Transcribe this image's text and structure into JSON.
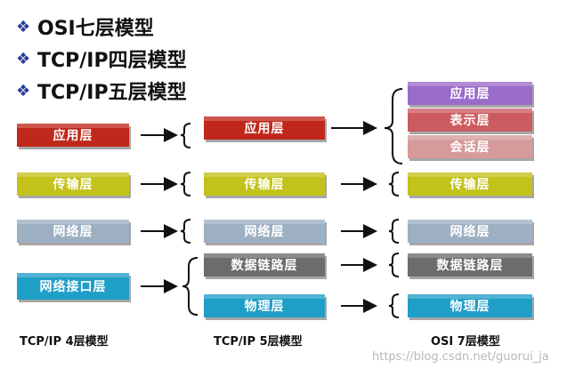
{
  "bullets": [
    "OSI七层模型",
    "TCP/IP四层模型",
    "TCP/IP五层模型"
  ],
  "four_layer": {
    "caption": "TCP/IP 4层模型",
    "layers": [
      "应用层",
      "传输层",
      "网络层",
      "网络接口层"
    ]
  },
  "five_layer": {
    "caption": "TCP/IP 5层模型",
    "layers": [
      "应用层",
      "传输层",
      "网络层",
      "数据链路层",
      "物理层"
    ]
  },
  "seven_layer": {
    "caption": "OSI 7层模型",
    "layers": [
      "应用层",
      "表示层",
      "会话层",
      "传输层",
      "网络层",
      "数据链路层",
      "物理层"
    ]
  },
  "watermark": "https://blog.csdn.net/guorui_ja",
  "colors": {
    "application": "#c0281c",
    "transport": "#c2c21a",
    "network": "#9db0c2",
    "network_interface": "#1f9ec7",
    "data_link": "#6c6c6c",
    "osi_application": "#9a6cc9",
    "presentation": "#cc5b60",
    "session": "#d79a9b"
  }
}
